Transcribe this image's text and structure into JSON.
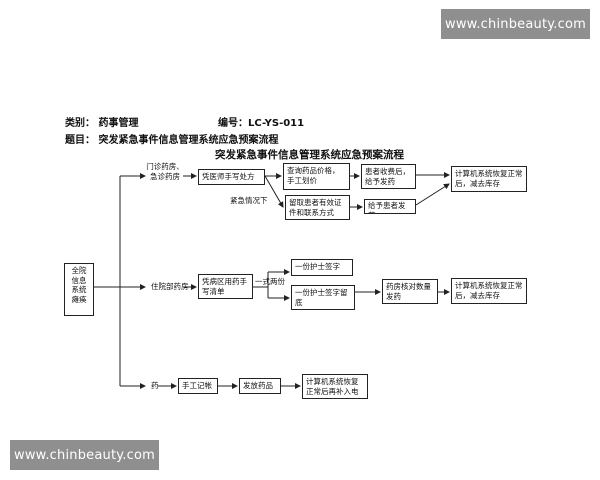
{
  "watermark": {
    "top": "www.chinbeauty.com",
    "bottom": "www.chinbeauty.com"
  },
  "header": {
    "category": "类别：  药事管理",
    "code": "编号：LC-YS-011",
    "subject": "题目：  突发紧急事件信息管理系统应急预案流程"
  },
  "diagram": {
    "title": "突发紧急事件信息管理系统应急预案流程",
    "root": "全院信息系统瘫痪",
    "branches": {
      "outpatient": {
        "label": "门诊药房、急诊药房",
        "step1": "凭医师手写处方",
        "step2": "查询药品价格，手工划价",
        "step3": "患者收费后，给予发药",
        "emergency_label": "紧急情况下",
        "step2b": "留取患者有效证件和联系方式",
        "step3b": "给予患者发药",
        "final": "计算机系统恢复正常后，减去库存"
      },
      "inpatient": {
        "label": "住院部药房",
        "step1": "凭病区用药手写清单",
        "copies_label": "一式两份",
        "copy1": "一份护士签字",
        "copy2": "一份护士签字留底",
        "step3": "药房核对数量发药",
        "final": "计算机系统恢复正常后，减去库存"
      },
      "drugs": {
        "label": "药",
        "step1": "手工记帐",
        "step2": "发放药品",
        "final": "计算机系统恢复正常后再补入电"
      }
    }
  }
}
